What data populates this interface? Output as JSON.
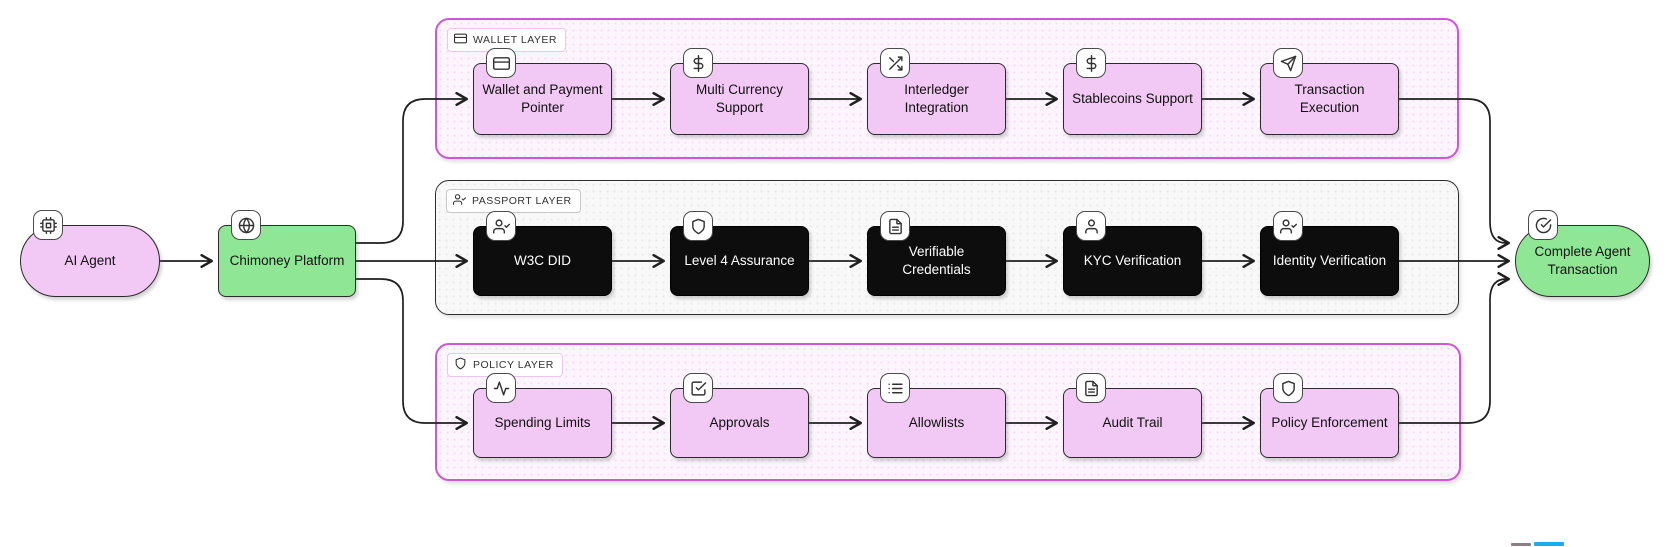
{
  "diagram": {
    "source_node": {
      "label": "AI Agent",
      "icon": "cpu-icon"
    },
    "platform_node": {
      "label": "Chimoney Platform",
      "icon": "globe-icon"
    },
    "sink_node": {
      "label": "Complete Agent Transaction",
      "icon": "check-circle-icon"
    },
    "layers": [
      {
        "label": "WALLET LAYER",
        "icon": "credit-card-icon",
        "theme": "pink",
        "nodes": [
          {
            "label": "Wallet and Payment Pointer",
            "icon": "credit-card-icon"
          },
          {
            "label": "Multi Currency Support",
            "icon": "dollar-sign-icon"
          },
          {
            "label": "Interledger Integration",
            "icon": "shuffle-icon"
          },
          {
            "label": "Stablecoins Support",
            "icon": "dollar-sign-icon"
          },
          {
            "label": "Transaction Execution",
            "icon": "send-icon"
          }
        ]
      },
      {
        "label": "PASSPORT LAYER",
        "icon": "user-check-icon",
        "theme": "dark",
        "nodes": [
          {
            "label": "W3C DID",
            "icon": "user-check-icon"
          },
          {
            "label": "Level 4 Assurance",
            "icon": "shield-icon"
          },
          {
            "label": "Verifiable Credentials",
            "icon": "file-text-icon"
          },
          {
            "label": "KYC Verification",
            "icon": "user-icon"
          },
          {
            "label": "Identity Verification",
            "icon": "user-check-icon"
          }
        ]
      },
      {
        "label": "POLICY LAYER",
        "icon": "shield-icon",
        "theme": "pink",
        "nodes": [
          {
            "label": "Spending Limits",
            "icon": "activity-icon"
          },
          {
            "label": "Approvals",
            "icon": "check-square-icon"
          },
          {
            "label": "Allowlists",
            "icon": "list-icon"
          },
          {
            "label": "Audit Trail",
            "icon": "file-text-icon"
          },
          {
            "label": "Policy Enforcement",
            "icon": "shield-icon"
          }
        ]
      }
    ],
    "colors": {
      "node_pink": "#f2c8f4",
      "node_green": "#8fe795",
      "node_black": "#0d0d0d",
      "container_pink_border": "#cb59d2",
      "container_pink_bg": "#fdf5fe",
      "container_gray_border": "#2e2e2e",
      "container_gray_bg": "#f8f8f8",
      "edge": "#1f1f1f",
      "logo_fragment_gray": "#8a8084",
      "logo_fragment_blue": "#1badec"
    }
  }
}
